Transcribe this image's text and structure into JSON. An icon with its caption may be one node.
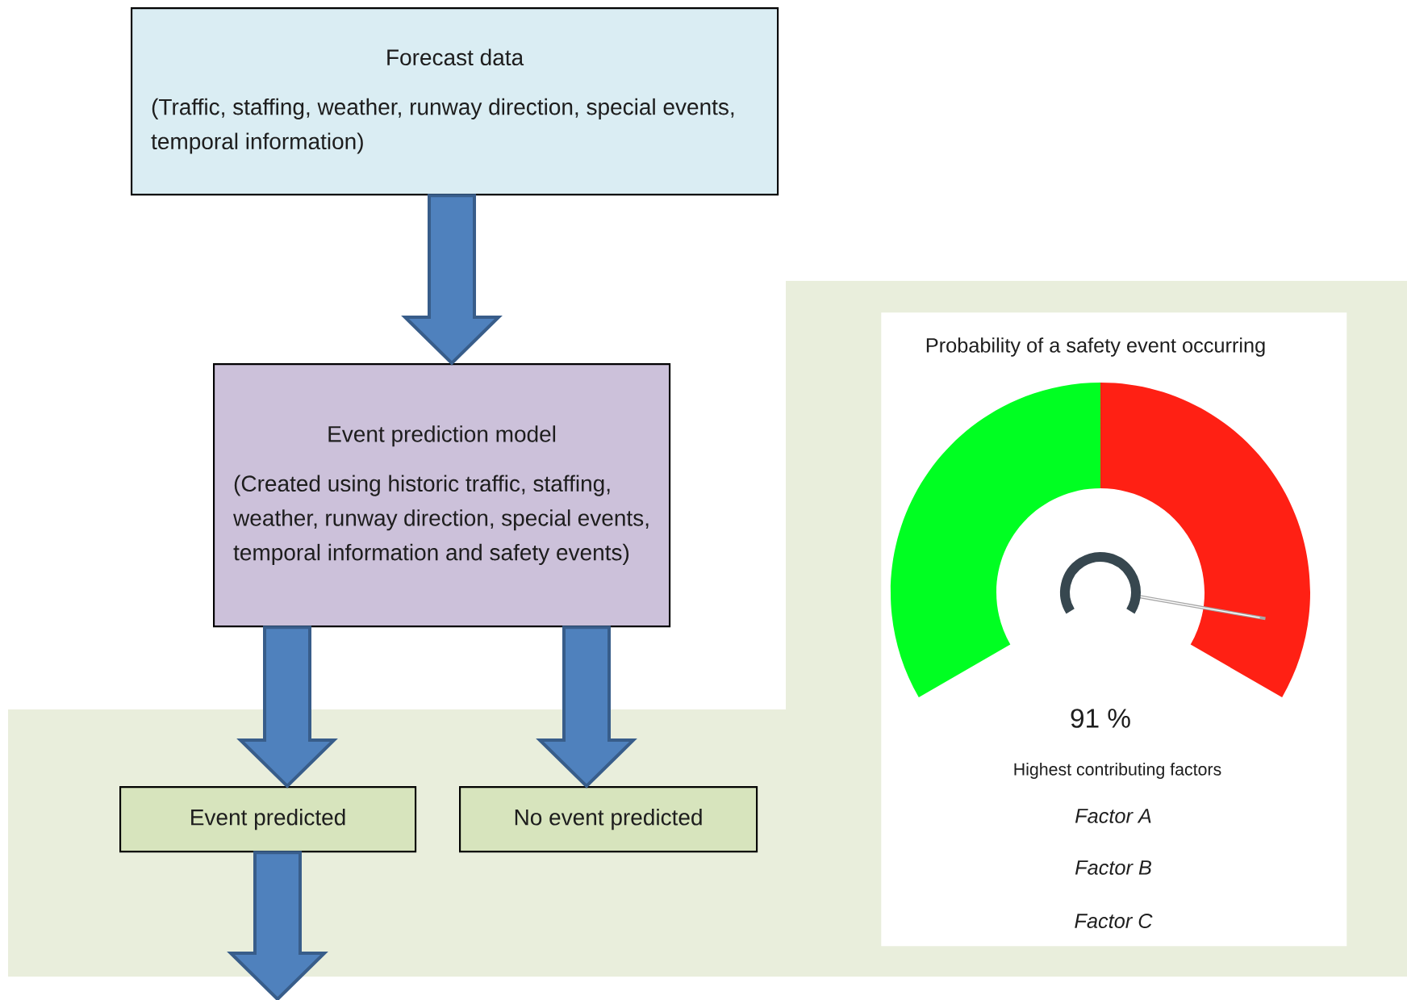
{
  "diagram": {
    "nodes": [
      {
        "text": [
          "Forecast data",
          "(Traffic, staffing, weather, runway direction, special events, temporal information)"
        ]
      },
      {
        "text": [
          "Event prediction model",
          "(Created using historic traffic, staffing, weather, runway direction, special events, temporal information and safety events)"
        ]
      },
      {
        "text": [
          "Event predicted"
        ]
      },
      {
        "text": [
          "No event predicted"
        ]
      },
      {
        "text": [
          "Probability of a safety event occurring",
          "91 %",
          "Highest contributing factors",
          "Factor A",
          "Factor B",
          "Factor C"
        ]
      }
    ],
    "edges": [
      {
        "from": 0,
        "to": 1,
        "arrow": "to"
      },
      {
        "from": 1,
        "to": 2,
        "arrow": "to"
      },
      {
        "from": 1,
        "to": 3,
        "arrow": "to"
      },
      {
        "from": 2,
        "to": null,
        "arrow": "to"
      }
    ]
  }
}
